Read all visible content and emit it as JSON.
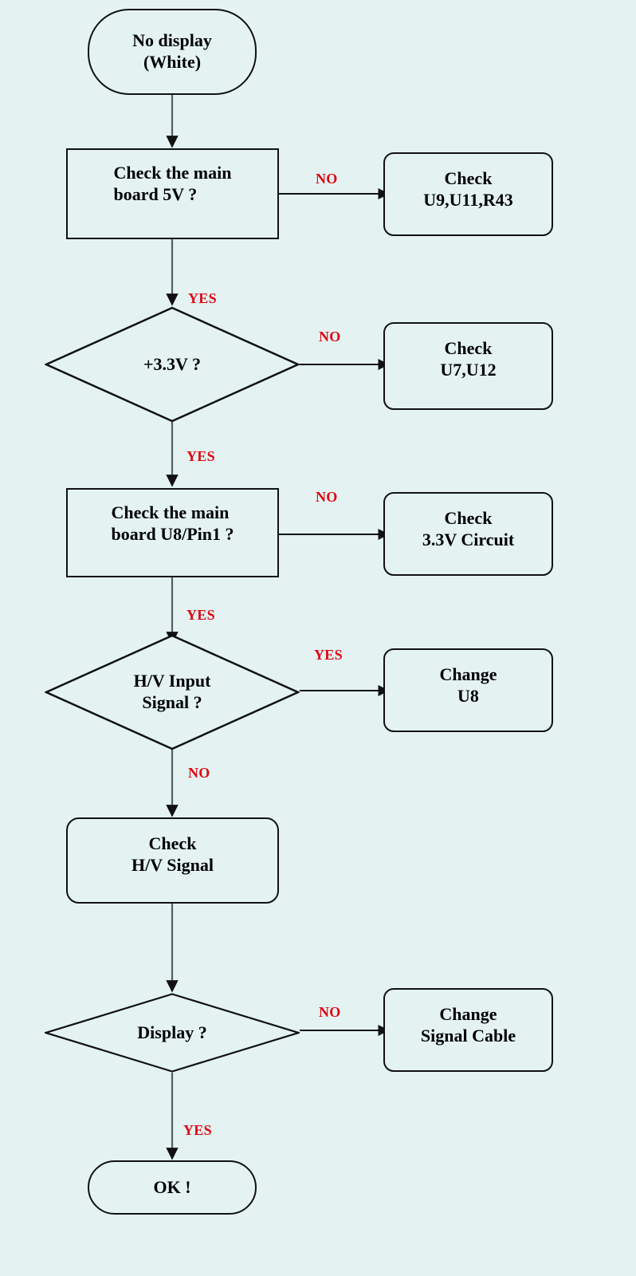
{
  "diagram": {
    "title": "No display (White) troubleshooting flowchart",
    "background_color": "#e4f2f2",
    "stroke_color": "#111111",
    "label_color": "#e00510",
    "text_color": "#000000"
  },
  "nodes": {
    "start": {
      "label": "No display\n(White)",
      "shape": "terminator"
    },
    "check_5v": {
      "label": "Check the main\nboard 5V ?",
      "shape": "process"
    },
    "check_u9": {
      "label": "Check\nU9,U11,R43",
      "shape": "process-rounded"
    },
    "check_33v": {
      "label": "+3.3V ?",
      "shape": "decision"
    },
    "check_u7": {
      "label": "Check\nU7,U12",
      "shape": "process-rounded"
    },
    "check_u8pin1": {
      "label": "Check the main\nboard U8/Pin1 ?",
      "shape": "process"
    },
    "check_33v_circuit": {
      "label": "Check\n3.3V Circuit",
      "shape": "process-rounded"
    },
    "hv_input": {
      "label": "H/V Input\nSignal ?",
      "shape": "decision"
    },
    "change_u8": {
      "label": "Change\nU8",
      "shape": "process-rounded"
    },
    "check_hv_signal": {
      "label": "Check\nH/V Signal",
      "shape": "terminator-rounded"
    },
    "display": {
      "label": "Display ?",
      "shape": "decision"
    },
    "change_cable": {
      "label": "Change\nSignal Cable",
      "shape": "process-rounded"
    },
    "ok": {
      "label": "OK !",
      "shape": "terminator"
    }
  },
  "branch_labels": {
    "no_5v": "NO",
    "yes_5v": "YES",
    "no_33v": "NO",
    "yes_33v": "YES",
    "no_u8pin1": "NO",
    "yes_u8pin1": "YES",
    "yes_hv_input": "YES",
    "no_hv_input": "NO",
    "no_display": "NO",
    "yes_display": "YES"
  },
  "chart_data": {
    "type": "flowchart",
    "orientation": "top-to-bottom",
    "nodes": [
      {
        "id": "start",
        "text": "No display (White)",
        "shape": "terminator"
      },
      {
        "id": "check_5v",
        "text": "Check the main board 5V ?",
        "shape": "process"
      },
      {
        "id": "check_u9",
        "text": "Check U9,U11,R43",
        "shape": "rounded-process"
      },
      {
        "id": "check_33v",
        "text": "+3.3V ?",
        "shape": "decision"
      },
      {
        "id": "check_u7",
        "text": "Check U7,U12",
        "shape": "rounded-process"
      },
      {
        "id": "check_u8pin1",
        "text": "Check the main board U8/Pin1 ?",
        "shape": "process"
      },
      {
        "id": "check_33v_circuit",
        "text": "Check 3.3V Circuit",
        "shape": "rounded-process"
      },
      {
        "id": "hv_input",
        "text": "H/V Input Signal ?",
        "shape": "decision"
      },
      {
        "id": "change_u8",
        "text": "Change U8",
        "shape": "rounded-process"
      },
      {
        "id": "check_hv_signal",
        "text": "Check H/V Signal",
        "shape": "rounded-process"
      },
      {
        "id": "display",
        "text": "Display ?",
        "shape": "decision"
      },
      {
        "id": "change_cable",
        "text": "Change Signal Cable",
        "shape": "rounded-process"
      },
      {
        "id": "ok",
        "text": "OK !",
        "shape": "terminator"
      }
    ],
    "edges": [
      {
        "from": "start",
        "to": "check_5v",
        "label": ""
      },
      {
        "from": "check_5v",
        "to": "check_u9",
        "label": "NO"
      },
      {
        "from": "check_5v",
        "to": "check_33v",
        "label": "YES"
      },
      {
        "from": "check_33v",
        "to": "check_u7",
        "label": "NO"
      },
      {
        "from": "check_33v",
        "to": "check_u8pin1",
        "label": "YES"
      },
      {
        "from": "check_u8pin1",
        "to": "check_33v_circuit",
        "label": "NO"
      },
      {
        "from": "check_u8pin1",
        "to": "hv_input",
        "label": "YES"
      },
      {
        "from": "hv_input",
        "to": "change_u8",
        "label": "YES"
      },
      {
        "from": "hv_input",
        "to": "check_hv_signal",
        "label": "NO"
      },
      {
        "from": "check_hv_signal",
        "to": "display",
        "label": ""
      },
      {
        "from": "display",
        "to": "change_cable",
        "label": "NO"
      },
      {
        "from": "display",
        "to": "ok",
        "label": "YES"
      }
    ]
  }
}
